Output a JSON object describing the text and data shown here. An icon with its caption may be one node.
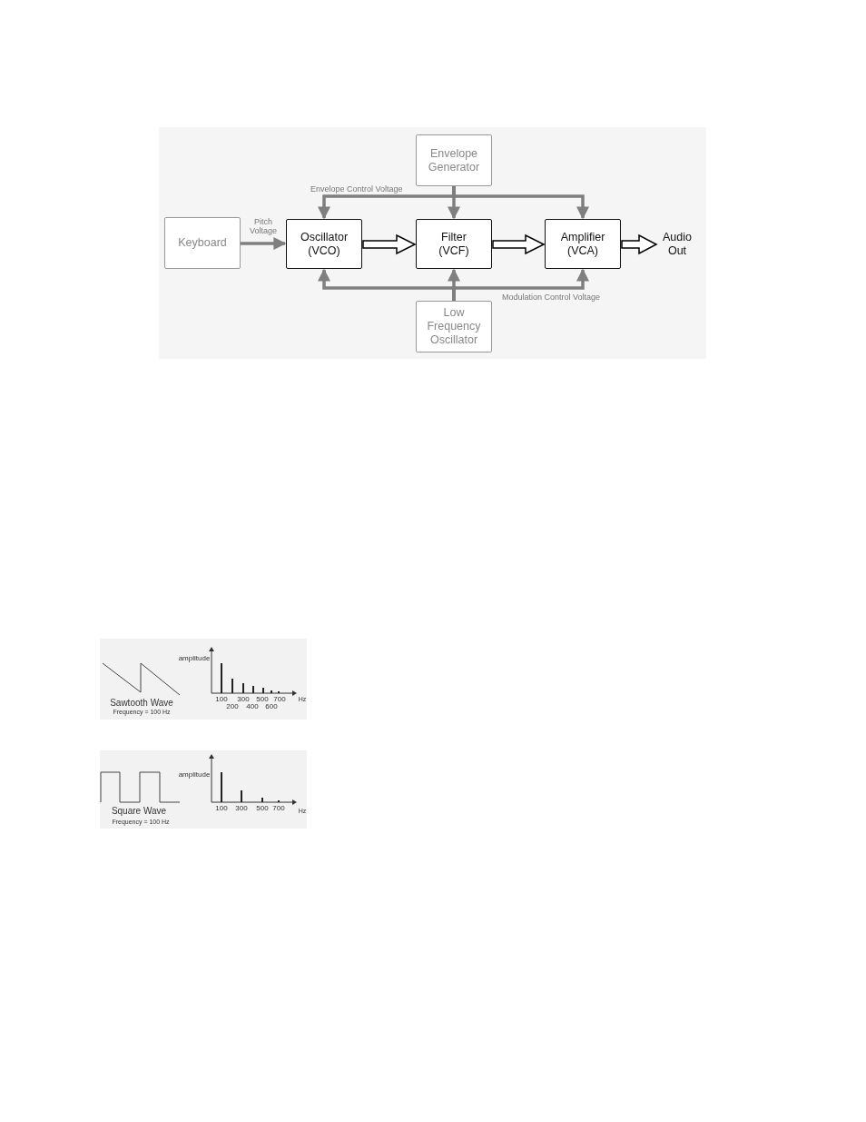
{
  "diagram": {
    "nodes": [
      {
        "text": [
          "Envelope Generator"
        ]
      },
      {
        "text": [
          "Keyboard"
        ]
      },
      {
        "text": [
          "Oscillator (VCO)"
        ]
      },
      {
        "text": [
          "Filter (VCF)"
        ]
      },
      {
        "text": [
          "Amplifier (VCA)"
        ]
      },
      {
        "text": [
          "Audio Out"
        ]
      },
      {
        "text": [
          "Low Frequency Oscillator"
        ]
      }
    ],
    "edges": [
      {
        "from": 0,
        "to": 2,
        "arrow": "to",
        "label": "Envelope Control Voltage"
      },
      {
        "from": 0,
        "to": 3,
        "arrow": "to"
      },
      {
        "from": 0,
        "to": 4,
        "arrow": "to"
      },
      {
        "from": 1,
        "to": 2,
        "arrow": "to",
        "label": "Pitch Voltage"
      },
      {
        "from": 2,
        "to": 3,
        "arrow": "to",
        "style": "thick",
        "color": "#000000"
      },
      {
        "from": 3,
        "to": 4,
        "arrow": "to",
        "style": "thick",
        "color": "#000000"
      },
      {
        "from": 4,
        "to": 5,
        "arrow": "to",
        "style": "thick",
        "color": "#000000"
      },
      {
        "from": 6,
        "to": 2,
        "arrow": "to"
      },
      {
        "from": 6,
        "to": 3,
        "arrow": "to"
      },
      {
        "from": 6,
        "to": 4,
        "arrow": "to",
        "label": "Modulation Control Voltage"
      }
    ],
    "labels": [
      "amplitude",
      "100",
      "200",
      "300",
      "400",
      "500",
      "600",
      "700",
      "Hz",
      "Sawtooth Wave",
      "Frequency = 100 Hz",
      "amplitude",
      "100",
      "300",
      "500",
      "700",
      "Hz",
      "Square Wave",
      "Frequency = 100 Hz"
    ]
  }
}
